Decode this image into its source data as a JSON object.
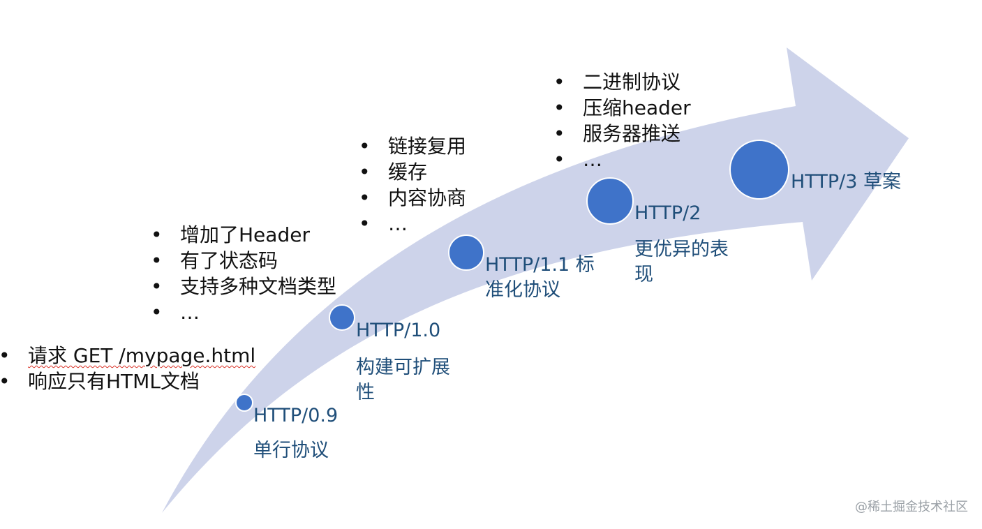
{
  "colors": {
    "arrow_fill": "#cdd3ea",
    "node_fill": "#3f73c9",
    "node_stroke": "#ffffff",
    "label_color": "#1f4e79"
  },
  "stages": [
    {
      "id": "http09",
      "version": "HTTP/0.9",
      "description": "单行协议",
      "features": [
        "请求 GET /mypage.html",
        "响应只有HTML文档"
      ]
    },
    {
      "id": "http10",
      "version": "HTTP/1.0",
      "description": "构建可扩展\n性",
      "features": [
        "增加了Header",
        "有了状态码",
        "支持多种文档类型",
        "…"
      ]
    },
    {
      "id": "http11",
      "version": "HTTP/1.1 标\n准化协议",
      "description": "",
      "features": [
        "链接复用",
        "缓存",
        "内容协商",
        "…"
      ]
    },
    {
      "id": "http2",
      "version": "HTTP/2",
      "description": "更优异的表\n现",
      "features": [
        "二进制协议",
        "压缩header",
        "服务器推送",
        "…"
      ]
    },
    {
      "id": "http3",
      "version": "HTTP/3 草案",
      "description": "",
      "features": []
    }
  ],
  "watermark": "@稀土掘金技术社区"
}
